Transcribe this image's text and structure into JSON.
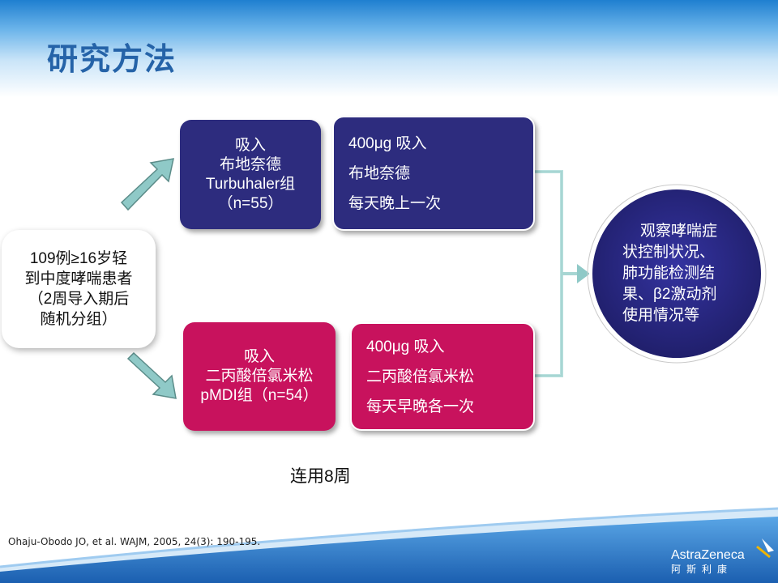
{
  "slide_title": "研究方法",
  "enrollment_box": {
    "lines": [
      "109例≥16岁轻",
      "到中度哮喘患者",
      "（2周导入期后",
      "随机分组）"
    ]
  },
  "group_a": {
    "lines": [
      "吸入",
      "布地奈德",
      "Turbuhaler组",
      "（n=55）"
    ]
  },
  "group_a_dose": {
    "lines": [
      "400μg 吸入",
      "布地奈德",
      "每天晚上一次"
    ]
  },
  "group_b": {
    "lines": [
      "吸入",
      "二丙酸倍氯米松",
      "pMDI组（n=54）"
    ]
  },
  "group_b_dose": {
    "lines": [
      "400μg 吸入",
      "二丙酸倍氯米松",
      "每天早晚各一次"
    ]
  },
  "outcome": {
    "lines": [
      "观察哮喘症",
      "状控制状况、",
      "肺功能检测结",
      "果、β2激动剂",
      "使用情况等"
    ]
  },
  "duration_label": "连用8周",
  "citation": "Ohaju-Obodo JO, et al. WAJM, 2005, 24(3): 190-195.",
  "logo": {
    "name": "AstraZeneca",
    "cn": "阿斯利康"
  },
  "colors": {
    "navy": "#2d2c7e",
    "magenta": "#c8125d",
    "arrow_fill": "#8fc9c7",
    "title": "#2563a8"
  }
}
